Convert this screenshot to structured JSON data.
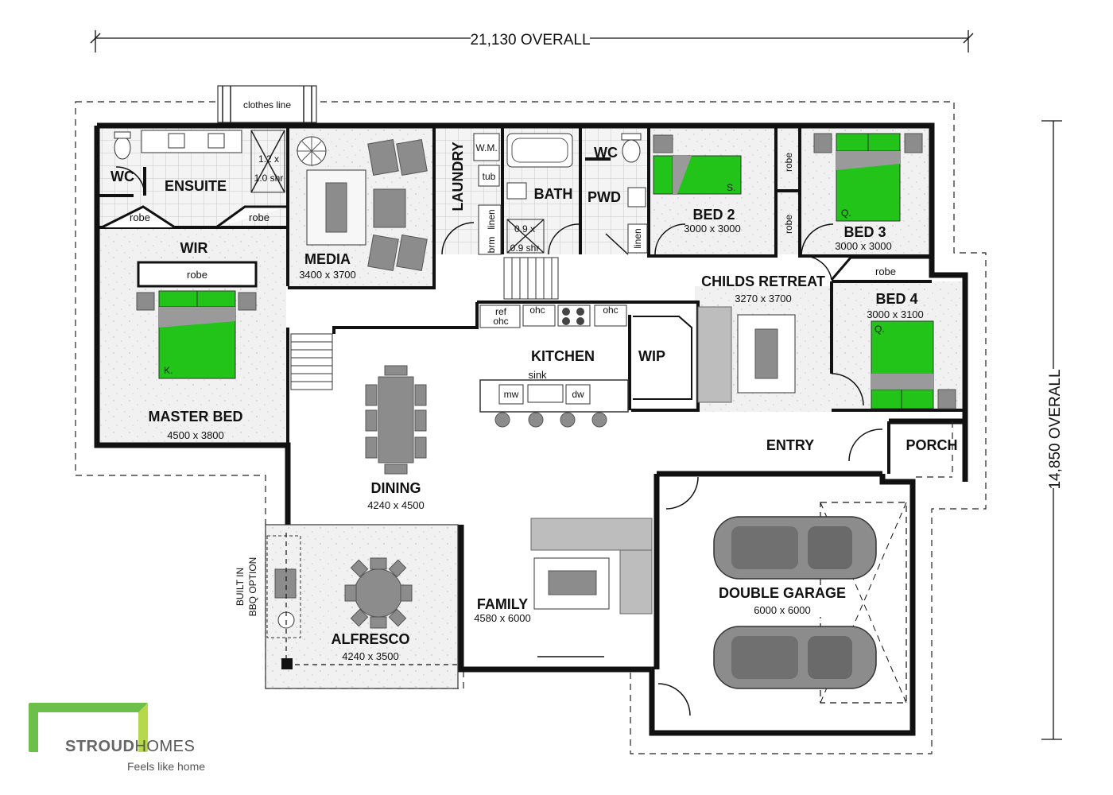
{
  "dimensions": {
    "overall_width": "21,130 OVERALL",
    "overall_depth": "14,850 OVERALL"
  },
  "rooms": {
    "ensuite": {
      "name": "ENSUITE"
    },
    "wc1": {
      "name": "WC"
    },
    "shower1": {
      "label1": "1.2 x",
      "label2": "1.0 shr"
    },
    "robe_l": {
      "name": "robe"
    },
    "robe_r": {
      "name": "robe"
    },
    "wir": {
      "name": "WIR"
    },
    "wir_robe": {
      "name": "robe"
    },
    "master": {
      "name": "MASTER BED",
      "size": "4500 x 3800"
    },
    "media": {
      "name": "MEDIA",
      "size": "3400 x 3700"
    },
    "laundry": {
      "name": "LAUNDRY",
      "wm": "W.M.",
      "tub": "tub",
      "linen": "linen",
      "brm": "brm"
    },
    "bath": {
      "name": "BATH",
      "shr1": "0.9 x",
      "shr2": "0.9 shr"
    },
    "pwd": {
      "name": "PWD",
      "wc": "WC",
      "linen": "linen"
    },
    "bed2": {
      "name": "BED 2",
      "size": "3000 x 3000",
      "bed": "S."
    },
    "bed3": {
      "name": "BED 3",
      "size": "3000 x 3000",
      "bed": "Q.",
      "robe_a": "robe",
      "robe_b": "robe"
    },
    "bed4": {
      "name": "BED 4",
      "size": "3000 x 3100",
      "bed": "Q.",
      "robe": "robe"
    },
    "retreat": {
      "name": "CHILDS RETREAT",
      "size": "3270 x 3700"
    },
    "kitchen": {
      "name": "KITCHEN",
      "sink": "sink",
      "mw": "mw",
      "dw": "dw",
      "ref": "ref",
      "ohc": "ohc"
    },
    "wip": {
      "name": "WIP"
    },
    "dining": {
      "name": "DINING",
      "size": "4240 x 4500"
    },
    "family": {
      "name": "FAMILY",
      "size": "4580 x 6000"
    },
    "alfresco": {
      "name": "ALFRESCO",
      "size": "4240 x 3500",
      "bbq1": "BUILT IN",
      "bbq2": "BBQ OPTION"
    },
    "entry": {
      "name": "ENTRY"
    },
    "porch": {
      "name": "PORCH"
    },
    "garage": {
      "name": "DOUBLE GARAGE",
      "size": "6000 x 6000"
    },
    "clothes": {
      "name": "clothes line"
    },
    "master_bed": {
      "label": "K."
    }
  },
  "logo": {
    "bold": "STROUD",
    "light": "HOMES",
    "tagline": "Feels like home"
  },
  "colors": {
    "bed_green": "#22c41a",
    "furniture_grey": "#8c8c8c",
    "logo_green": "#6cc04a",
    "logo_lime": "#b6d94c"
  }
}
